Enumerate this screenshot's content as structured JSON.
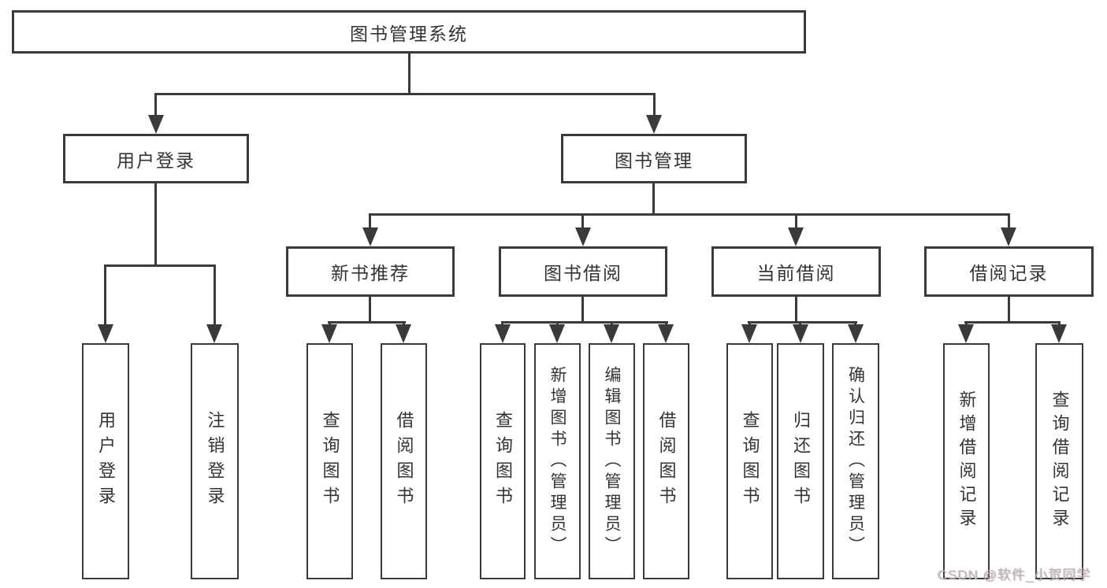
{
  "diagram": {
    "tree": {
      "label": "图书管理系统",
      "children": [
        {
          "label": "用户登录",
          "children": [
            {
              "label": "用户登录"
            },
            {
              "label": "注销登录"
            }
          ]
        },
        {
          "label": "图书管理",
          "children": [
            {
              "label": "新书推荐",
              "children": [
                {
                  "label": "查询图书"
                },
                {
                  "label": "借阅图书"
                }
              ]
            },
            {
              "label": "图书借阅",
              "children": [
                {
                  "label": "查询图书"
                },
                {
                  "label": "新增图书（管理员）"
                },
                {
                  "label": "编辑图书（管理员）"
                },
                {
                  "label": "借阅图书"
                }
              ]
            },
            {
              "label": "当前借阅",
              "children": [
                {
                  "label": "查询图书"
                },
                {
                  "label": "归还图书"
                },
                {
                  "label": "确认归还（管理员）"
                }
              ]
            },
            {
              "label": "借阅记录",
              "children": [
                {
                  "label": "新增借阅记录"
                },
                {
                  "label": "查询借阅记录"
                }
              ]
            }
          ]
        }
      ]
    },
    "colors": {
      "line": "#3a3a3a",
      "text": "#333333",
      "background": "#ffffff",
      "watermark_text": "#b9b9b9"
    }
  },
  "watermark": {
    "text": "CSDN @软件_小贺同学"
  }
}
